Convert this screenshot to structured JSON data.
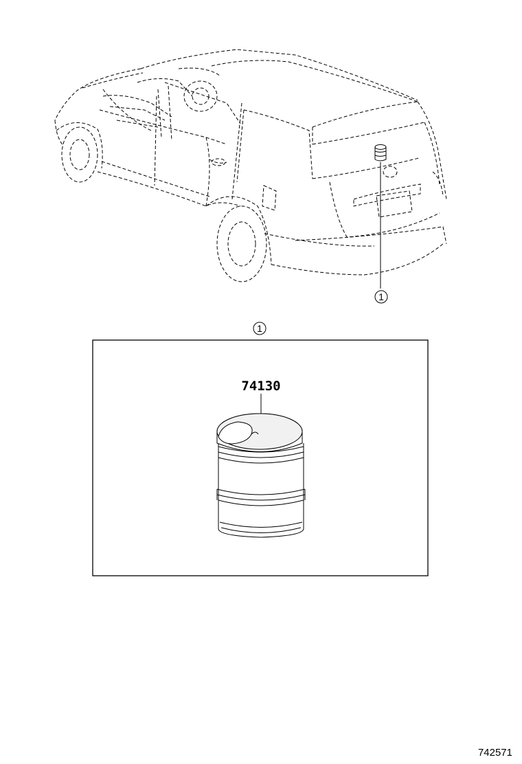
{
  "diagram": {
    "callout_top": "1",
    "callout_detail": "1",
    "part_number": "74130",
    "diagram_id": "742571"
  },
  "colors": {
    "line": "#000000",
    "background": "#ffffff",
    "fill_gray": "#f1f1f1"
  }
}
